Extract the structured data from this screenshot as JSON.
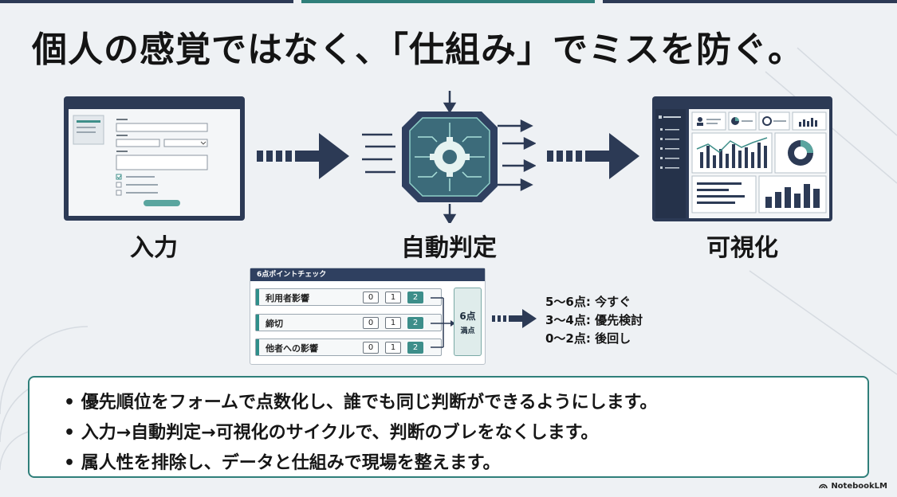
{
  "title": "個人の感覚ではなく、「仕組み」でミスを防ぐ。",
  "stages": {
    "input_label": "入力",
    "judge_label": "自動判定",
    "visualize_label": "可視化"
  },
  "checklist": {
    "header": "6点ポイントチェック",
    "criteria": [
      {
        "label": "利用者影響",
        "scores": [
          "0",
          "1",
          "2"
        ],
        "selected": "2"
      },
      {
        "label": "締切",
        "scores": [
          "0",
          "1",
          "2"
        ],
        "selected": "2"
      },
      {
        "label": "他者への影響",
        "scores": [
          "0",
          "1",
          "2"
        ],
        "selected": "2"
      }
    ],
    "total_line1": "6点",
    "total_line2": "満点"
  },
  "results": [
    "5〜6点: 今すぐ",
    "3〜4点: 優先検討",
    "0〜2点: 後回し"
  ],
  "bullets": [
    "• 優先順位をフォームで点数化し、誰でも同じ判断ができるようにします。",
    "• 入力→自動判定→可視化のサイクルで、判断のブレをなくします。",
    "• 属人性を排除し、データと仕組みで現場を整えます。"
  ],
  "brand": "NotebookLM",
  "colors": {
    "navy": "#2c3a55",
    "teal": "#2f7f7a",
    "background": "#eef1f4"
  }
}
